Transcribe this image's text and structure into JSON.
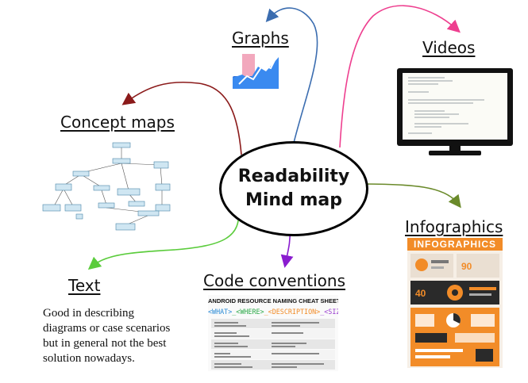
{
  "center": {
    "line1": "Readability",
    "line2": "Mind map"
  },
  "branches": {
    "graphs": {
      "label": "Graphs",
      "color": "#3b6db0"
    },
    "videos": {
      "label": "Videos",
      "color": "#ee3f8f"
    },
    "concept_maps": {
      "label": "Concept maps",
      "color": "#8b1a1a"
    },
    "infographics": {
      "label": "Infographics",
      "color": "#6a8a2a"
    },
    "text": {
      "label": "Text",
      "color": "#5bcc3c",
      "note": "Good in describing diagrams or case scenarios but in general not the best solution nowadays."
    },
    "code_conventions": {
      "label": "Code conventions",
      "color": "#8a1ccf"
    }
  },
  "code_cheatsheet": {
    "title": "ANDROID RESOURCE NAMING CHEAT SHEET",
    "parts": [
      "<WHAT>",
      "_<WHERE>",
      "_<DESCRIPTION>",
      "_<SIZE>"
    ]
  },
  "infographic": {
    "title": "INFOGRAPHICS"
  }
}
